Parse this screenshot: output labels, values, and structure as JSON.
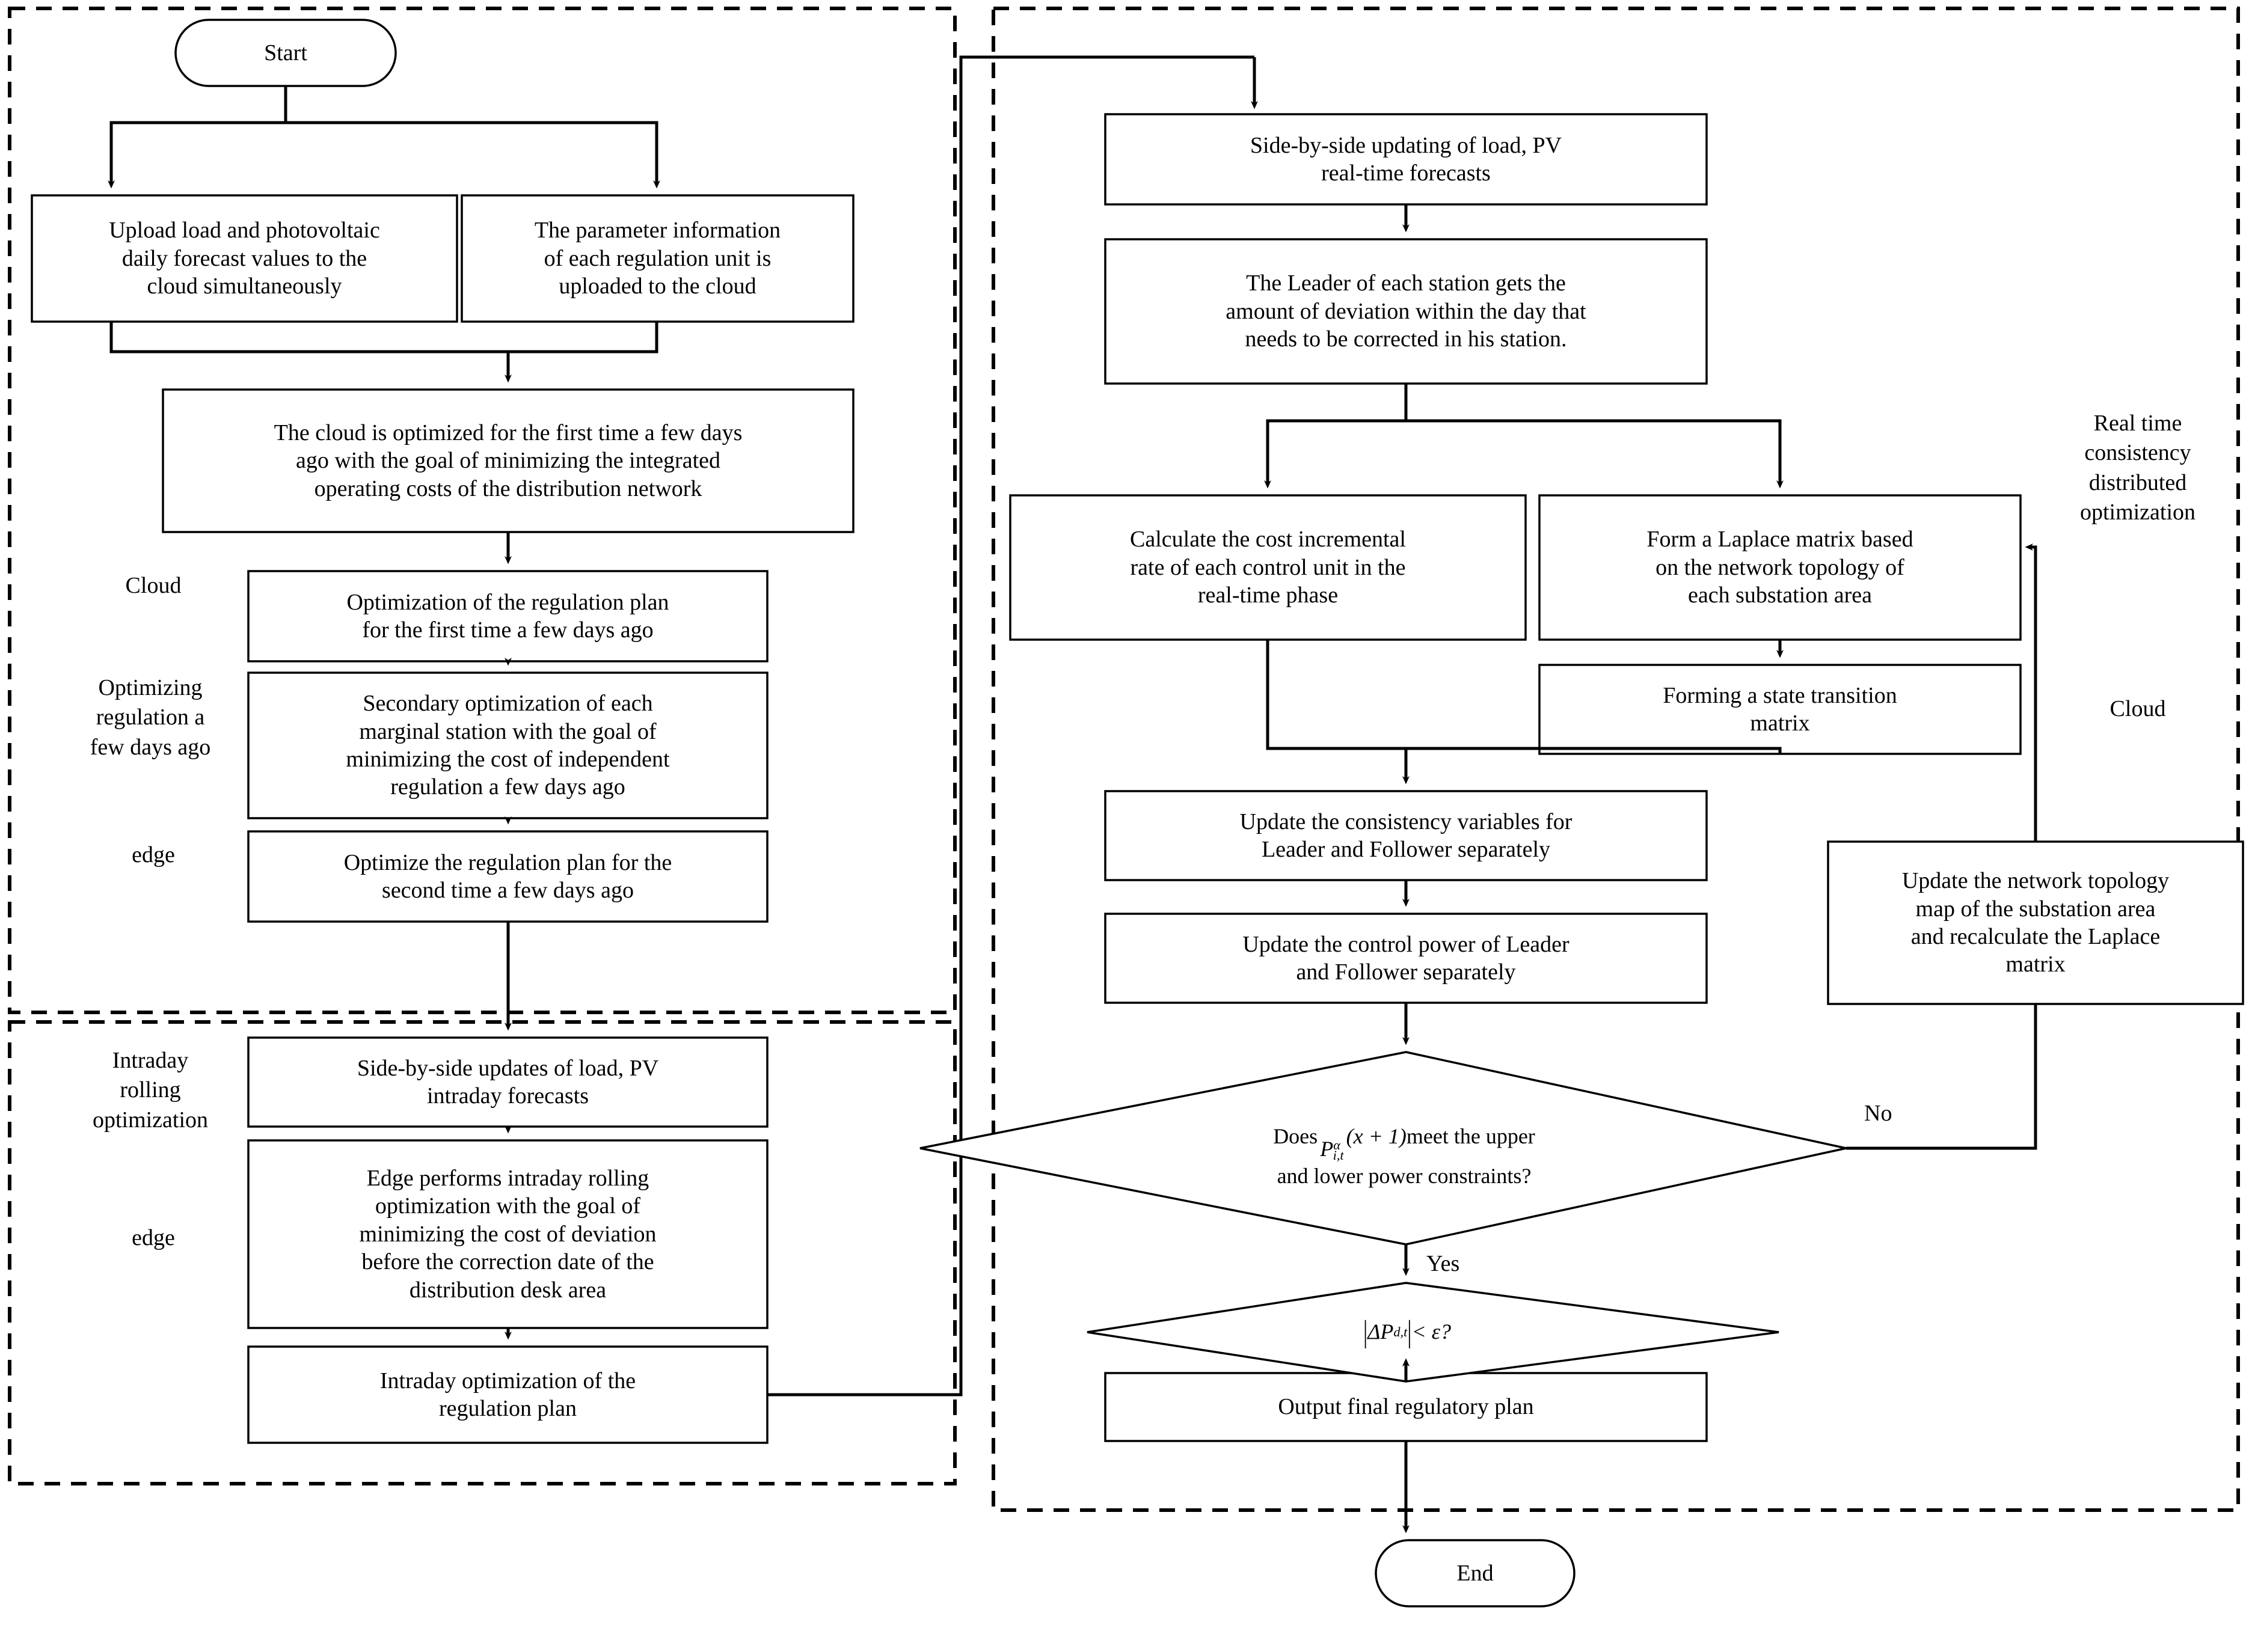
{
  "diagram": {
    "title": "Cloud-edge collaborative optimization flowchart",
    "type": "flowchart",
    "stroke_color": "#000000",
    "background_color": "#ffffff"
  },
  "left_panel": {
    "lane_labels": [
      {
        "id": "cloud",
        "text": "Cloud"
      },
      {
        "id": "optimizing-few-days-ago",
        "text": "Optimizing\nregulation a\nfew days ago"
      },
      {
        "id": "edge-upper",
        "text": "edge"
      },
      {
        "id": "intraday-rolling-optimization",
        "text": "Intraday\nrolling\noptimization"
      },
      {
        "id": "edge-lower",
        "text": "edge"
      }
    ],
    "nodes": {
      "start": "Start",
      "upload_forecast": "Upload load and photovoltaic\ndaily forecast values to the\ncloud simultaneously",
      "upload_params": "The parameter information\nof each regulation unit is\nuploaded to the cloud",
      "cloud_first_opt": "The cloud is optimized for the first time a few days\nago with the goal of minimizing the integrated\noperating costs of the distribution network",
      "reg_plan_first": "Optimization of the regulation plan\nfor the first time a few days ago",
      "secondary_opt": "Secondary optimization of each\nmarginal station with the goal of\nminimizing the cost of independent\nregulation a few days ago",
      "reg_plan_second": "Optimize the regulation plan for the\nsecond time a few days ago",
      "intraday_updates": "Side-by-side updates of load, PV\nintraday forecasts",
      "edge_rolling": "Edge performs intraday rolling\noptimization with the goal of\nminimizing the cost of deviation\nbefore the correction date of the\ndistribution desk area",
      "intraday_plan": "Intraday optimization of the\nregulation plan"
    }
  },
  "right_panel": {
    "lane_labels": [
      {
        "id": "real-time-consistency",
        "text": "Real time\nconsistency\ndistributed\noptimization"
      },
      {
        "id": "cloud-right",
        "text": "Cloud"
      }
    ],
    "nodes": {
      "realtime_updates": "Side-by-side updating of load, PV\nreal-time forecasts",
      "leader_deviation": "The Leader of each station gets the\namount of deviation within the day that\nneeds to be corrected in his station.",
      "cost_incremental": "Calculate the cost incremental\nrate of each control unit in the\nreal-time phase",
      "laplace_matrix": "Form a Laplace matrix based\non the network topology of\neach substation area",
      "state_transition": "Forming a state transition\nmatrix",
      "update_consistency": "Update the consistency variables for\nLeader and Follower separately",
      "update_power": "Update the control power of Leader\nand Follower separately",
      "decision_power_prefix": "Does ",
      "decision_power_suffix": " meet the upper",
      "decision_power_line2": "and lower power constraints?",
      "decision_power_symbol_P": "P",
      "decision_power_symbol_sub": "i,t",
      "decision_power_symbol_sup": "α",
      "decision_power_symbol_arg": "(x + 1)",
      "decision_epsilon_delta": "ΔP",
      "decision_epsilon_sub": "d,t",
      "decision_epsilon_tail": " < ε?",
      "update_topology": "Update the network topology\nmap of the substation area\nand recalculate the Laplace\nmatrix",
      "output_plan": "Output final regulatory plan",
      "end": "End"
    },
    "edge_labels": {
      "no": "No",
      "yes": "Yes"
    }
  }
}
